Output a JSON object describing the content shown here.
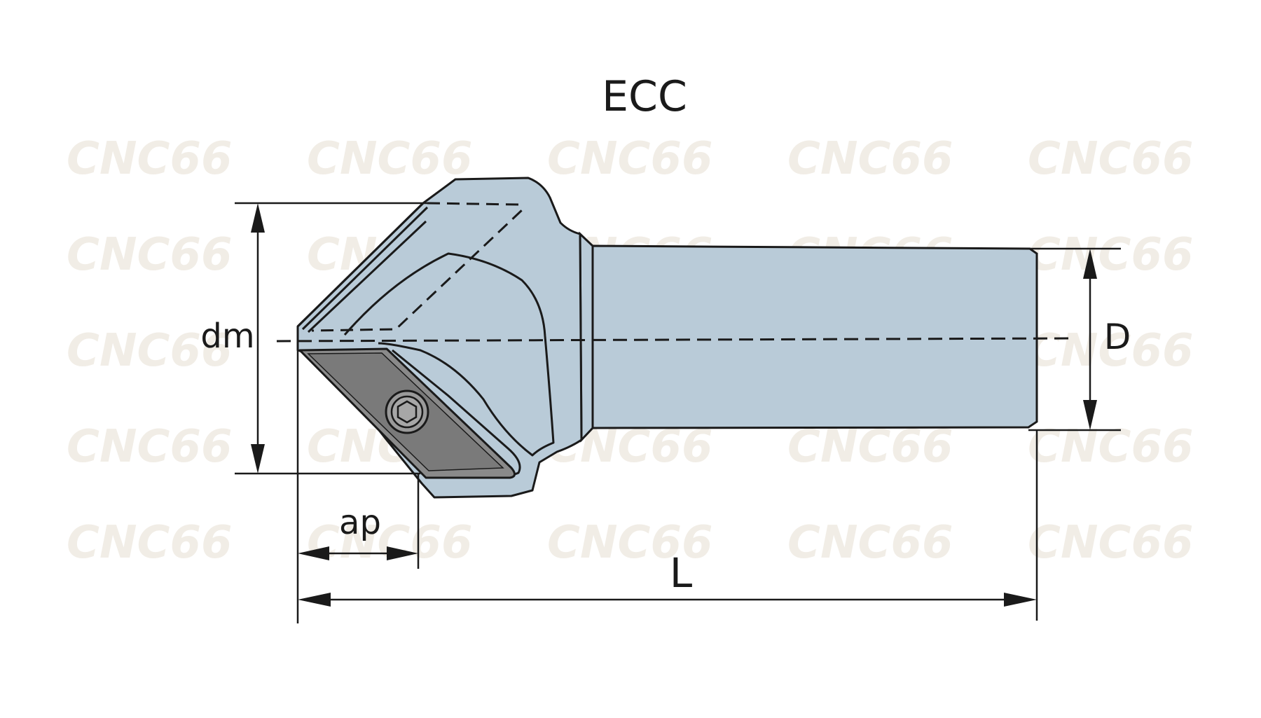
{
  "title": "ECC",
  "watermark": "CNC66",
  "dimensions": {
    "dm": "dm",
    "D": "D",
    "ap": "ap",
    "L": "L"
  },
  "colors": {
    "tool_body": "#b9cbd8",
    "insert": "#8a8a8a",
    "outline": "#1a1a1a",
    "background": "#ffffff"
  }
}
